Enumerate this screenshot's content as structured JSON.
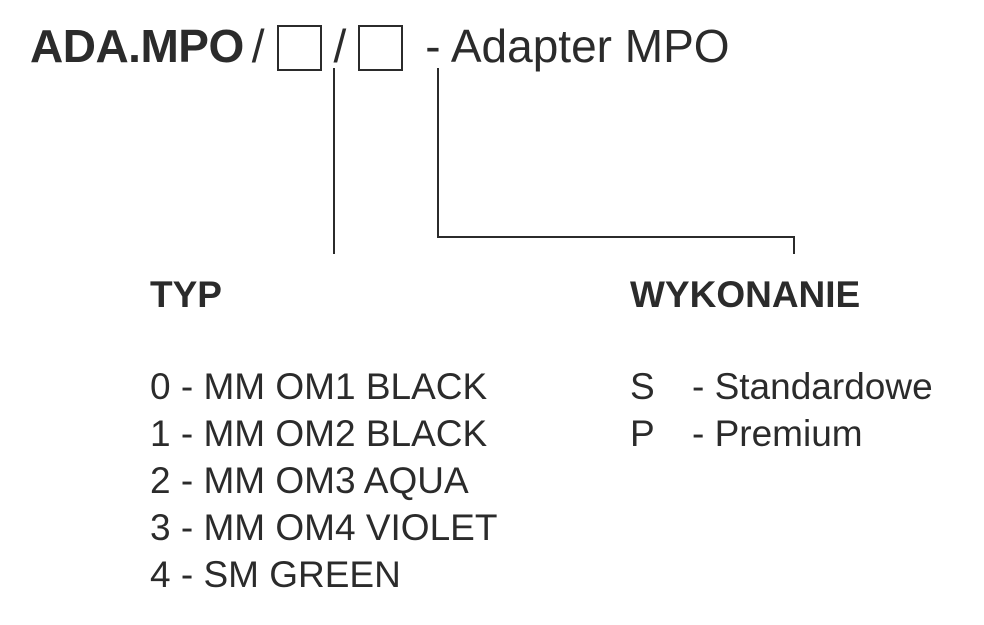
{
  "header": {
    "code": "ADA.MPO",
    "slash": "/",
    "description": "- Adapter MPO"
  },
  "typ": {
    "heading": "TYP",
    "options": [
      {
        "code": "0",
        "label": " - MM OM1 BLACK"
      },
      {
        "code": "1",
        "label": " - MM OM2 BLACK"
      },
      {
        "code": "2",
        "label": " - MM OM3 AQUA"
      },
      {
        "code": "3",
        "label": " - MM OM4 VIOLET"
      },
      {
        "code": "4",
        "label": " - SM GREEN"
      }
    ]
  },
  "wykonanie": {
    "heading": "WYKONANIE",
    "options": [
      {
        "code": "S",
        "label": "- Standardowe"
      },
      {
        "code": "P",
        "label": "- Premium"
      }
    ]
  },
  "colors": {
    "text": "#2b2b2b",
    "background": "#ffffff"
  }
}
